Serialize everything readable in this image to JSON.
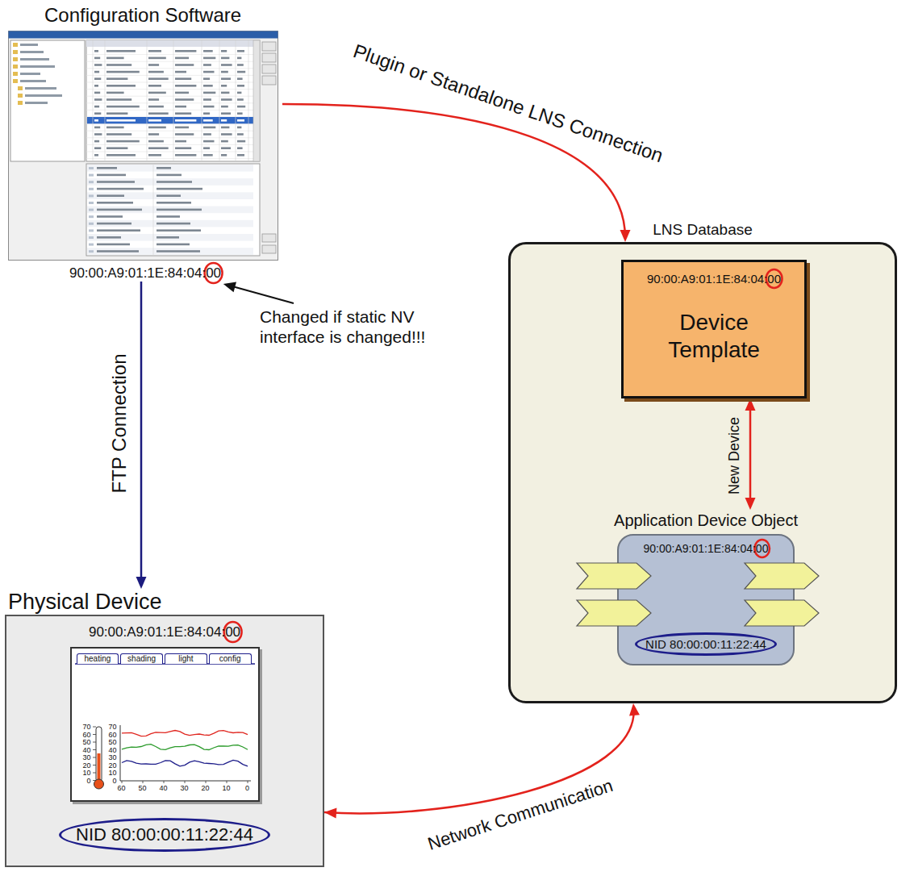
{
  "diagram": {
    "nodes": [
      {
        "text": [
          "Configuration Software",
          "90:00:A9:01:1E:84:04:00"
        ]
      },
      {
        "text": [
          "LNS Database"
        ]
      },
      {
        "text": [
          "90:00:A9:01:1E:84:04:00",
          "Device Template"
        ],
        "in": 1
      },
      {
        "text": [
          "Application Device Object",
          "90:00:A9:01:1E:84:04:00",
          "NID 80:00:00:11:22:44"
        ],
        "in": 1
      },
      {
        "text": [
          "Physical Device",
          "90:00:A9:01:1E:84:04:00",
          "NID 80:00:00:11:22:44"
        ]
      }
    ],
    "edges": [
      {
        "from": 0,
        "to": 1,
        "arrow": "to",
        "label": "Plugin or Standalone LNS Connection"
      },
      {
        "from": 0,
        "to": 4,
        "arrow": "to",
        "label": "FTP Connection"
      },
      {
        "from": 4,
        "to": 1,
        "arrow": "both",
        "label": "Network Communication"
      },
      {
        "from": 2,
        "to": 3,
        "arrow": "both",
        "label": "New Device"
      }
    ],
    "labels": [
      "Changed if static NV interface is changed!!!",
      "heating",
      "shading",
      "light",
      "config",
      "70",
      "60",
      "50",
      "40",
      "30",
      "20",
      "10",
      "0",
      "70",
      "60",
      "50",
      "40",
      "30",
      "20",
      "10",
      "0",
      "60",
      "50",
      "40",
      "30",
      "20",
      "10",
      "0"
    ]
  }
}
